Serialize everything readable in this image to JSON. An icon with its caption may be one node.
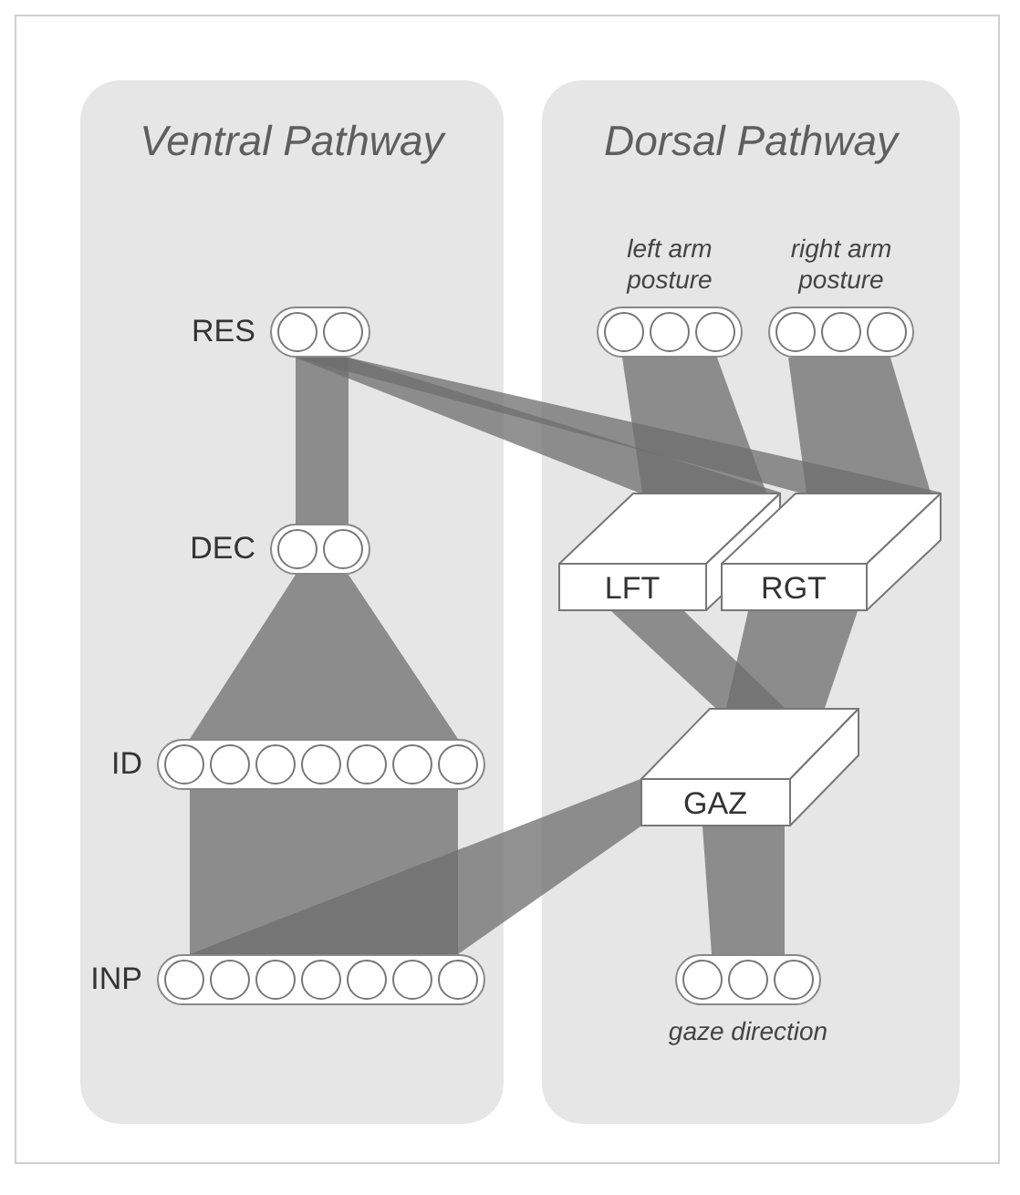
{
  "diagram": {
    "nodes": [
      {
        "text": [
          "Ventral Pathway"
        ]
      },
      {
        "text": [
          "Dorsal Pathway"
        ]
      },
      {
        "text": [
          "RES"
        ],
        "in": 0
      },
      {
        "text": [
          "DEC"
        ],
        "in": 0
      },
      {
        "text": [
          "ID"
        ],
        "in": 0
      },
      {
        "text": [
          "INP"
        ],
        "in": 0
      },
      {
        "text": [
          "left arm posture"
        ],
        "in": 1
      },
      {
        "text": [
          "right arm posture"
        ],
        "in": 1
      },
      {
        "text": [
          "LFT"
        ],
        "in": 1
      },
      {
        "text": [
          "RGT"
        ],
        "in": 1
      },
      {
        "text": [
          "GAZ"
        ],
        "in": 1
      },
      {
        "text": [
          "gaze direction"
        ],
        "in": 1
      }
    ],
    "edges": [
      {
        "from": 2,
        "to": 3,
        "arrow": "none"
      },
      {
        "from": 3,
        "to": 4,
        "arrow": "none"
      },
      {
        "from": 4,
        "to": 5,
        "arrow": "none"
      },
      {
        "from": 2,
        "to": 8,
        "arrow": "none"
      },
      {
        "from": 2,
        "to": 9,
        "arrow": "none"
      },
      {
        "from": 6,
        "to": 8,
        "arrow": "none"
      },
      {
        "from": 7,
        "to": 9,
        "arrow": "none"
      },
      {
        "from": 8,
        "to": 10,
        "arrow": "none"
      },
      {
        "from": 9,
        "to": 10,
        "arrow": "none"
      },
      {
        "from": 5,
        "to": 10,
        "arrow": "none"
      },
      {
        "from": 10,
        "to": 11,
        "arrow": "none"
      }
    ]
  }
}
